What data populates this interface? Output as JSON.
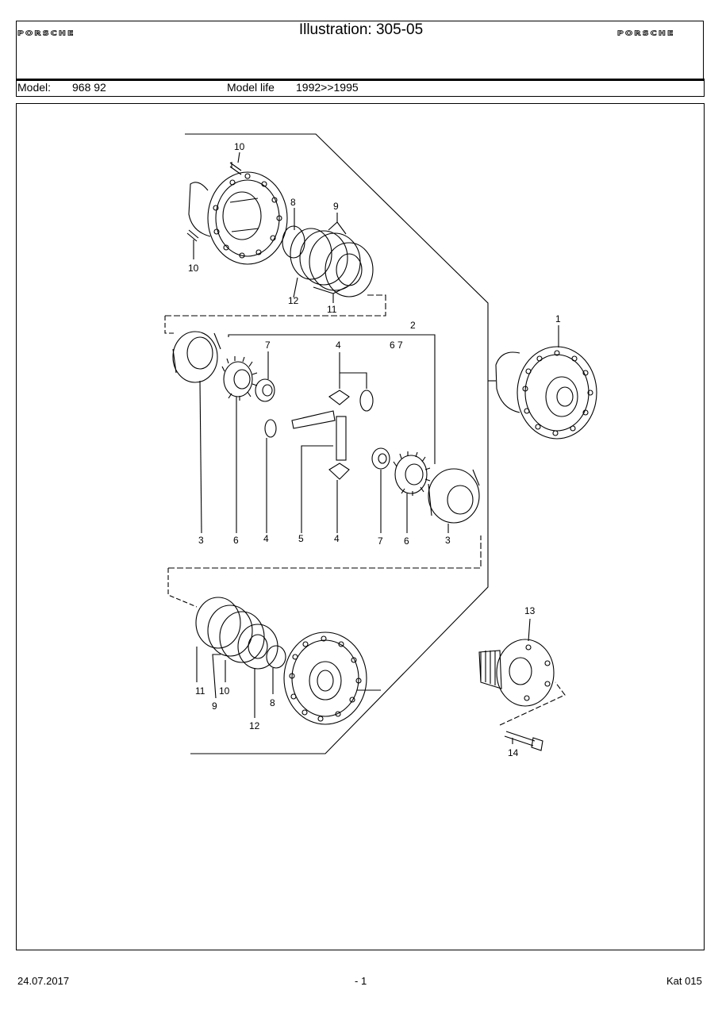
{
  "header": {
    "title": "Illustration: 305-05",
    "logo_left": "PORSCHE",
    "logo_right": "PORSCHE",
    "model_label": "Model:",
    "model_value": "968 92",
    "model_life_label": "Model life",
    "model_life_value": "1992>>1995"
  },
  "diagram": {
    "callouts": [
      {
        "id": "c1",
        "text": "1"
      },
      {
        "id": "c2",
        "text": "2"
      },
      {
        "id": "c3a",
        "text": "3"
      },
      {
        "id": "c3b",
        "text": "3"
      },
      {
        "id": "c4a",
        "text": "4"
      },
      {
        "id": "c4b",
        "text": "4"
      },
      {
        "id": "c4c",
        "text": "4"
      },
      {
        "id": "c5",
        "text": "5"
      },
      {
        "id": "c6a",
        "text": "6"
      },
      {
        "id": "c6b",
        "text": "6"
      },
      {
        "id": "c67",
        "text": "6  7"
      },
      {
        "id": "c7a",
        "text": "7"
      },
      {
        "id": "c7b",
        "text": "7"
      },
      {
        "id": "c8a",
        "text": "8"
      },
      {
        "id": "c8b",
        "text": "8"
      },
      {
        "id": "c9a",
        "text": "9"
      },
      {
        "id": "c9b",
        "text": "9"
      },
      {
        "id": "c10a",
        "text": "10"
      },
      {
        "id": "c10b",
        "text": "10"
      },
      {
        "id": "c10c",
        "text": "10"
      },
      {
        "id": "c11a",
        "text": "11"
      },
      {
        "id": "c11b",
        "text": "11"
      },
      {
        "id": "c12a",
        "text": "12"
      },
      {
        "id": "c12b",
        "text": "12"
      },
      {
        "id": "c13",
        "text": "13"
      },
      {
        "id": "c14",
        "text": "14"
      }
    ]
  },
  "footer": {
    "date": "24.07.2017",
    "page": "- 1",
    "catalog": "Kat 015"
  }
}
